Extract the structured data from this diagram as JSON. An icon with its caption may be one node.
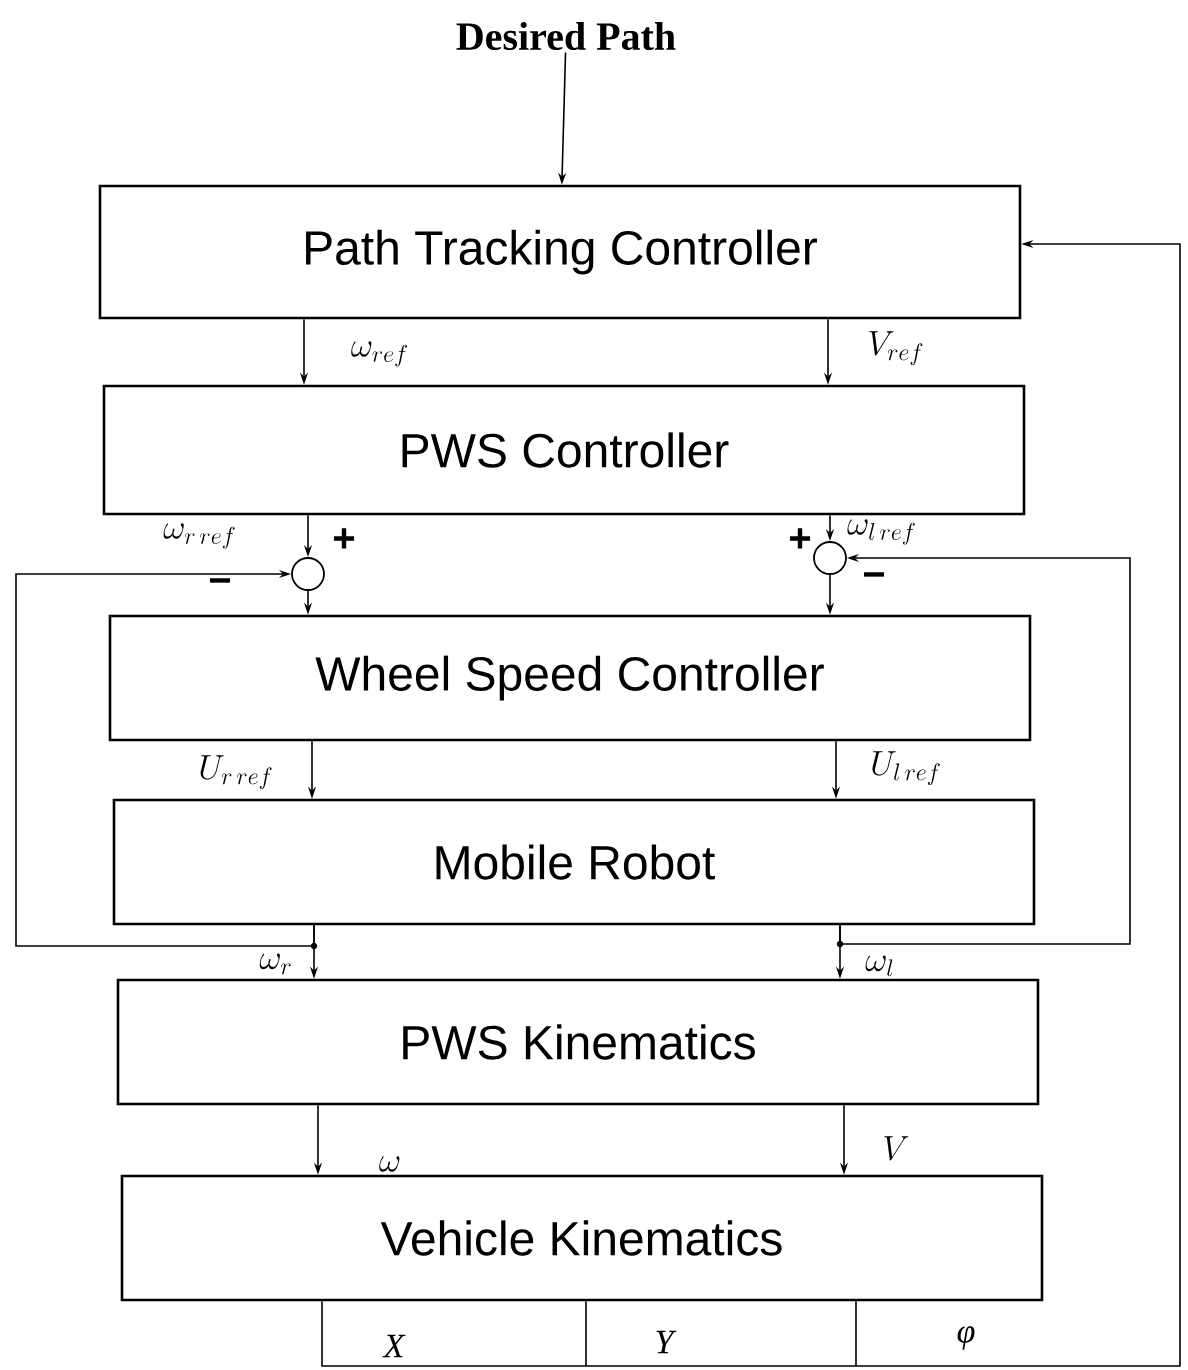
{
  "diagram": {
    "nodes": [
      {
        "text": [
          "Desired Path"
        ]
      },
      {
        "text": [
          "Path Tracking Controller"
        ]
      },
      {
        "text": [
          "PWS Controller"
        ]
      },
      {
        "text": [],
        "shape": "circle"
      },
      {
        "text": [],
        "shape": "circle"
      },
      {
        "text": [
          "Wheel Speed Controller"
        ]
      },
      {
        "text": [
          "Mobile Robot"
        ]
      },
      {
        "text": [
          "PWS Kinematics"
        ]
      },
      {
        "text": [
          "Vehicle Kinematics"
        ]
      }
    ],
    "edges": [
      {
        "from": 0,
        "to": 1,
        "arrow": "to"
      },
      {
        "from": 1,
        "to": 2,
        "arrow": "to",
        "label": "\\omega_{ref}"
      },
      {
        "from": 1,
        "to": 2,
        "arrow": "to",
        "label": "V_{ref}"
      },
      {
        "from": 2,
        "to": 3,
        "arrow": "to",
        "label": "\\omega_{r\\,ref}"
      },
      {
        "from": 2,
        "to": 4,
        "arrow": "to",
        "label": "\\omega_{l\\,ref}"
      },
      {
        "from": 3,
        "to": 5,
        "arrow": "to"
      },
      {
        "from": 4,
        "to": 5,
        "arrow": "to"
      },
      {
        "from": 5,
        "to": 6,
        "arrow": "to",
        "label": "U_{r\\,ref}"
      },
      {
        "from": 5,
        "to": 6,
        "arrow": "to",
        "label": "U_{l\\,ref}"
      },
      {
        "from": 6,
        "to": 7,
        "arrow": "to",
        "label": "\\omega_{r}"
      },
      {
        "from": 6,
        "to": 7,
        "arrow": "to",
        "label": "\\omega_{l}"
      },
      {
        "from": 6,
        "to": 3,
        "arrow": "to"
      },
      {
        "from": 6,
        "to": 4,
        "arrow": "to"
      },
      {
        "from": 7,
        "to": 8,
        "arrow": "to",
        "label": "\\omega"
      },
      {
        "from": 7,
        "to": 8,
        "arrow": "to",
        "label": "V"
      },
      {
        "from": 8,
        "to": 1,
        "arrow": "to"
      }
    ],
    "labels": [
      "+",
      "+",
      "−",
      "−",
      "X",
      "Y",
      "φ"
    ]
  }
}
